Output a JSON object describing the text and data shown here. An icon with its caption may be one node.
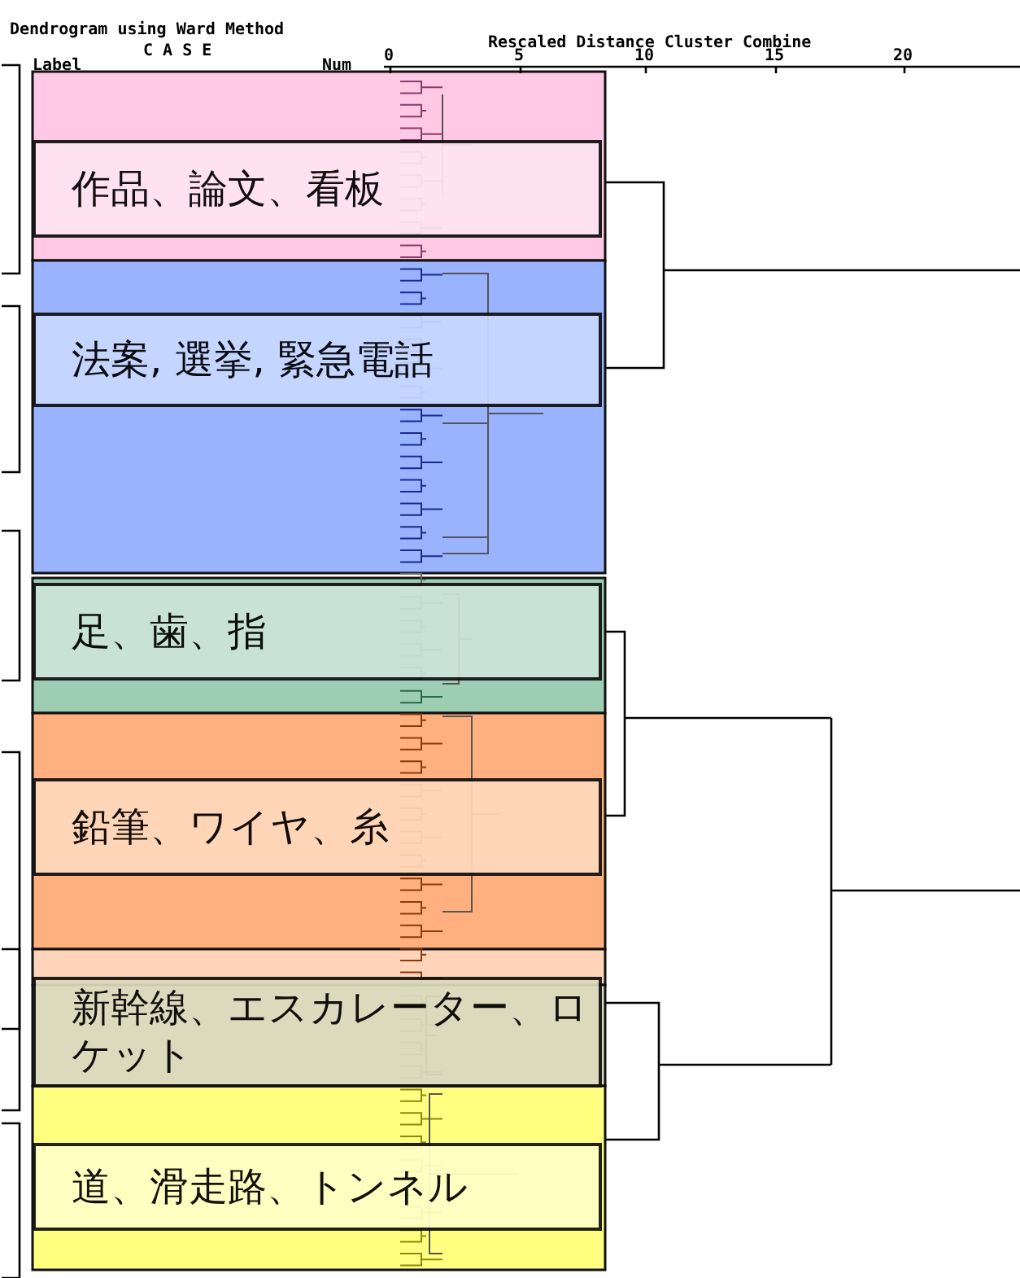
{
  "diagram": {
    "title": "Dendrogram using Ward Method",
    "nodes": [
      {
        "text": [
          "作品、論文、看板"
        ]
      },
      {
        "text": [
          "法案, 選挙, 緊急電話"
        ]
      },
      {
        "text": [
          "足、歯、指"
        ]
      },
      {
        "text": [
          "鉛筆、ワイヤ、糸"
        ]
      },
      {
        "text": [
          "新幹線、エスカレーター、ロケット"
        ]
      },
      {
        "text": [
          "道、滑走路、トンネル"
        ]
      }
    ],
    "labels": [
      "C A S E",
      "Label",
      "Num",
      "Rescaled Distance Cluster Combine",
      "0",
      "5",
      "10",
      "15",
      "20"
    ]
  }
}
